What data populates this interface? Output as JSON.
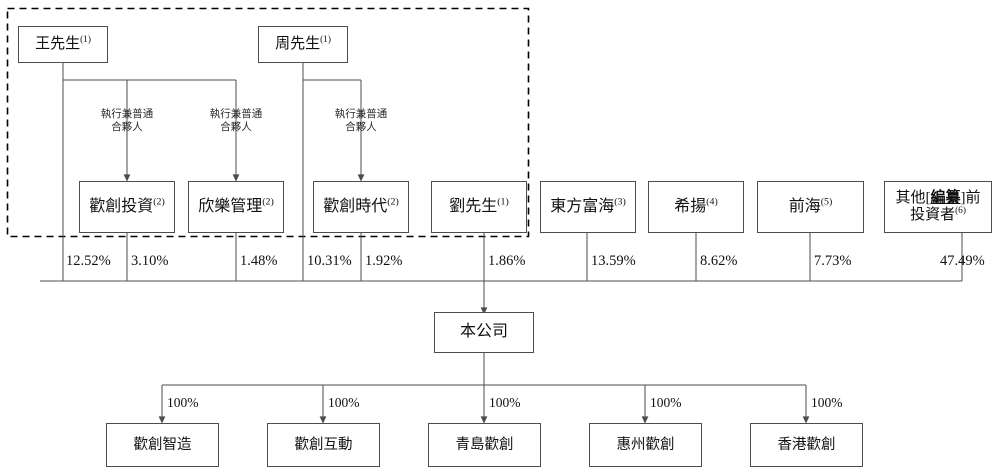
{
  "diagram": {
    "title": "Shareholding and corporate structure chart",
    "type": "org-chart",
    "colors": {
      "box_border": "#4d4d4d",
      "line": "#4d4d4d",
      "dashed_group_border": "#000000",
      "text": "#111111",
      "background": "#ffffff"
    },
    "dashed_group": {
      "label": "",
      "members": [
        "mr-wang",
        "mr-zhou",
        "huanchuang-investment",
        "xinle-management",
        "huanchuang-times",
        "mr-liu"
      ]
    },
    "role_labels": [
      {
        "id": "role-1",
        "line1": "執行兼普通",
        "line2": "合夥人"
      },
      {
        "id": "role-2",
        "line1": "執行兼普通",
        "line2": "合夥人"
      },
      {
        "id": "role-3",
        "line1": "執行兼普通",
        "line2": "合夥人"
      }
    ],
    "level1": [
      {
        "id": "mr-wang",
        "name": "王先生",
        "footnote": "(1)"
      },
      {
        "id": "mr-zhou",
        "name": "周先生",
        "footnote": "(1)"
      }
    ],
    "level2": [
      {
        "id": "huanchuang-investment",
        "name": "歡創投資",
        "footnote": "(2)",
        "pct": "3.10%"
      },
      {
        "id": "xinle-management",
        "name": "欣樂管理",
        "footnote": "(2)",
        "pct": "1.48%"
      },
      {
        "id": "huanchuang-times",
        "name": "歡創時代",
        "footnote": "(2)",
        "pct": "1.92%"
      },
      {
        "id": "mr-liu",
        "name": "劉先生",
        "footnote": "(1)",
        "pct": "1.86%"
      },
      {
        "id": "dongfang-fuhai",
        "name": "東方富海",
        "footnote": "(3)",
        "pct": "13.59%"
      },
      {
        "id": "xiyang",
        "name": "希揚",
        "footnote": "(4)",
        "pct": "8.62%"
      },
      {
        "id": "qianhai",
        "name": "前海",
        "footnote": "(5)",
        "pct": "7.73%"
      },
      {
        "id": "other-pre-ipo",
        "name_pre": "其他[",
        "name_mark": "編纂",
        "name_post": "]前",
        "name_line2": "投資者",
        "footnote": "(6)",
        "pct": "47.49%"
      }
    ],
    "direct_holder_pcts": [
      {
        "id": "pct-wang",
        "holder": "王先生",
        "value": "12.52%"
      },
      {
        "id": "pct-zhou",
        "holder": "周先生",
        "value": "10.31%"
      }
    ],
    "company": {
      "id": "the-company",
      "name": "本公司"
    },
    "subsidiaries": [
      {
        "id": "huanchuang-zhizao",
        "name": "歡創智造",
        "pct": "100%"
      },
      {
        "id": "huanchuang-hudong",
        "name": "歡創互動",
        "pct": "100%"
      },
      {
        "id": "qingdao-huanchuang",
        "name": "青島歡創",
        "pct": "100%"
      },
      {
        "id": "huizhou-huanchuang",
        "name": "惠州歡創",
        "pct": "100%"
      },
      {
        "id": "hongkong-huanchuang",
        "name": "香港歡創",
        "pct": "100%"
      }
    ]
  },
  "chart_data": {
    "type": "org-chart",
    "title": "Shareholding structure of the Company",
    "nodes": [
      {
        "id": "mr-wang",
        "label": "王先生(1)",
        "level": 1
      },
      {
        "id": "mr-zhou",
        "label": "周先生(1)",
        "level": 1
      },
      {
        "id": "huanchuang-investment",
        "label": "歡創投資(2)",
        "level": 2
      },
      {
        "id": "xinle-management",
        "label": "欣樂管理(2)",
        "level": 2
      },
      {
        "id": "huanchuang-times",
        "label": "歡創時代(2)",
        "level": 2
      },
      {
        "id": "mr-liu",
        "label": "劉先生(1)",
        "level": 2
      },
      {
        "id": "dongfang-fuhai",
        "label": "東方富海(3)",
        "level": 2
      },
      {
        "id": "xiyang",
        "label": "希揚(4)",
        "level": 2
      },
      {
        "id": "qianhai",
        "label": "前海(5)",
        "level": 2
      },
      {
        "id": "other-pre-ipo",
        "label": "其他[編纂]前投資者(6)",
        "level": 2
      },
      {
        "id": "the-company",
        "label": "本公司",
        "level": 3
      },
      {
        "id": "huanchuang-zhizao",
        "label": "歡創智造",
        "level": 4
      },
      {
        "id": "huanchuang-hudong",
        "label": "歡創互動",
        "level": 4
      },
      {
        "id": "qingdao-huanchuang",
        "label": "青島歡創",
        "level": 4
      },
      {
        "id": "huizhou-huanchuang",
        "label": "惠州歡創",
        "level": 4
      },
      {
        "id": "hongkong-huanchuang",
        "label": "香港歡創",
        "level": 4
      }
    ],
    "edges": [
      {
        "from": "mr-wang",
        "to": "huanchuang-investment",
        "label": "執行兼普通合夥人"
      },
      {
        "from": "mr-wang",
        "to": "xinle-management",
        "label": "執行兼普通合夥人"
      },
      {
        "from": "mr-zhou",
        "to": "huanchuang-times",
        "label": "執行兼普通合夥人"
      },
      {
        "from": "mr-wang",
        "to": "the-company",
        "label": "12.52%"
      },
      {
        "from": "huanchuang-investment",
        "to": "the-company",
        "label": "3.10%"
      },
      {
        "from": "xinle-management",
        "to": "the-company",
        "label": "1.48%"
      },
      {
        "from": "mr-zhou",
        "to": "the-company",
        "label": "10.31%"
      },
      {
        "from": "huanchuang-times",
        "to": "the-company",
        "label": "1.92%"
      },
      {
        "from": "mr-liu",
        "to": "the-company",
        "label": "1.86%"
      },
      {
        "from": "dongfang-fuhai",
        "to": "the-company",
        "label": "13.59%"
      },
      {
        "from": "xiyang",
        "to": "the-company",
        "label": "8.62%"
      },
      {
        "from": "qianhai",
        "to": "the-company",
        "label": "7.73%"
      },
      {
        "from": "other-pre-ipo",
        "to": "the-company",
        "label": "47.49%"
      },
      {
        "from": "the-company",
        "to": "huanchuang-zhizao",
        "label": "100%"
      },
      {
        "from": "the-company",
        "to": "huanchuang-hudong",
        "label": "100%"
      },
      {
        "from": "the-company",
        "to": "qingdao-huanchuang",
        "label": "100%"
      },
      {
        "from": "the-company",
        "to": "huizhou-huanchuang",
        "label": "100%"
      },
      {
        "from": "the-company",
        "to": "hongkong-huanchuang",
        "label": "100%"
      }
    ],
    "shareholding_percentages": {
      "王先生": "12.52%",
      "歡創投資": "3.10%",
      "欣樂管理": "1.48%",
      "周先生": "10.31%",
      "歡創時代": "1.92%",
      "劉先生": "1.86%",
      "東方富海": "13.59%",
      "希揚": "8.62%",
      "前海": "7.73%",
      "其他[編纂]前投資者": "47.49%"
    }
  }
}
